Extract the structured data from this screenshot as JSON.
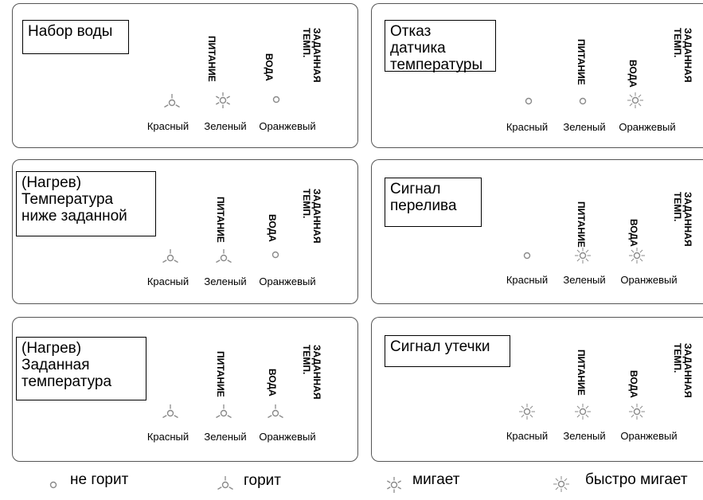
{
  "colors": {
    "border": "#555555",
    "symbol": "#8a8a8a"
  },
  "panels": [
    {
      "title": "Набор воды",
      "labels": {
        "power": "ПИТАНИЕ",
        "water": "ВОДА",
        "temp": "ЗАДАННАЯ\nТЕМП."
      },
      "colors": [
        "Красный",
        "Зеленый",
        "Оранжевый"
      ],
      "states": [
        "on",
        "blink",
        "off"
      ]
    },
    {
      "title": "Отказ датчика\nтемпературы",
      "labels": {
        "power": "ПИТАНИЕ",
        "water": "ВОДА",
        "temp": "ЗАДАННАЯ\nТЕМП."
      },
      "colors": [
        "Красный",
        "Зеленый",
        "Оранжевый"
      ],
      "states": [
        "off",
        "off",
        "fast"
      ]
    },
    {
      "title": "(Нагрев)\nТемпература\nниже заданной",
      "labels": {
        "power": "ПИТАНИЕ",
        "water": "ВОДА",
        "temp": "ЗАДАННАЯ\nТЕМП."
      },
      "colors": [
        "Красный",
        "Зеленый",
        "Оранжевый"
      ],
      "states": [
        "on",
        "on",
        "off"
      ]
    },
    {
      "title": "Сигнал\nперелива",
      "labels": {
        "power": "ПИТАНИЕ",
        "water": "ВОДА",
        "temp": "ЗАДАННАЯ\nТЕМП."
      },
      "colors": [
        "Красный",
        "Зеленый",
        "Оранжевый"
      ],
      "states": [
        "off",
        "fast",
        "fast"
      ]
    },
    {
      "title": "(Нагрев)\nЗаданная\nтемпература",
      "labels": {
        "power": "ПИТАНИЕ",
        "water": "ВОДА",
        "temp": "ЗАДАННАЯ\nТЕМП."
      },
      "colors": [
        "Красный",
        "Зеленый",
        "Оранжевый"
      ],
      "states": [
        "on",
        "on",
        "on"
      ]
    },
    {
      "title": "Сигнал утечки",
      "labels": {
        "power": "ПИТАНИЕ",
        "water": "ВОДА",
        "temp": "ЗАДАННАЯ\nТЕМП."
      },
      "colors": [
        "Красный",
        "Зеленый",
        "Оранжевый"
      ],
      "states": [
        "fast",
        "fast",
        "fast"
      ]
    }
  ],
  "legend": {
    "off": "не горит",
    "on": "горит",
    "blink": "мигает",
    "fast": "быстро мигает"
  }
}
